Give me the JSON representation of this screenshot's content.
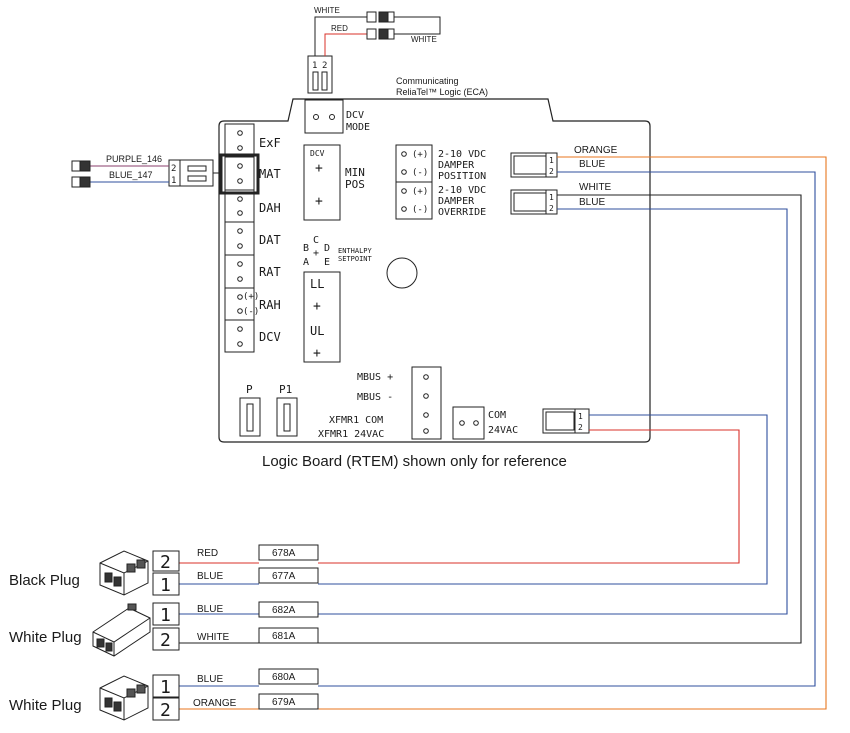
{
  "board": {
    "title_line1": "Communicating",
    "title_line2": "ReliaTel™ Logic (ECA)",
    "caption": "Logic Board (RTEM) shown only for reference"
  },
  "dcv_mode": {
    "label_line1": "DCV",
    "label_line2": "MODE",
    "pin1": "1",
    "pin2": "2"
  },
  "top_wires": {
    "white": "WHITE",
    "red": "RED",
    "white2": "WHITE"
  },
  "left_terminals": [
    "ExF",
    "MAT",
    "DAH",
    "DAT",
    "RAT",
    "RAH",
    "DCV"
  ],
  "rah_signs": {
    "plus": "(+)",
    "minus": "(-)"
  },
  "mat_wires": {
    "purple": "PURPLE_146",
    "blue": "BLUE_147",
    "pin2": "2",
    "pin1": "1"
  },
  "dcv_pot": {
    "label": "DCV",
    "plus1": "+",
    "plus2": "+",
    "min_line1": "MIN",
    "min_line2": "POS"
  },
  "enthalpy": {
    "letters": {
      "b": "B",
      "c": "C",
      "d": "D",
      "a": "A",
      "e": "E",
      "plus": "+"
    },
    "line1": "ENTHALPY",
    "line2": "SETPOINT"
  },
  "ll_ul": {
    "ll": "LL",
    "plus1": "+",
    "ul": "UL",
    "plus2": "+"
  },
  "damper": {
    "pos_plus": "(+)",
    "pos_minus": "(-)",
    "pos_line1": "2-10 VDC",
    "pos_line2": "DAMPER",
    "pos_line3": "POSITION",
    "ovr_plus": "(+)",
    "ovr_minus": "(-)",
    "ovr_line1": "2-10 VDC",
    "ovr_line2": "DAMPER",
    "ovr_line3": "OVERRIDE"
  },
  "right_wires": {
    "orange": "ORANGE",
    "blue1": "BLUE",
    "white": "WHITE",
    "blue2": "BLUE"
  },
  "conn_pins": {
    "p1": "1",
    "p2": "2"
  },
  "mbus": {
    "plus": "MBUS +",
    "minus": "MBUS -",
    "xfmr_com": "XFMR1 COM",
    "xfmr_24": "XFMR1 24VAC"
  },
  "power": {
    "com": "COM",
    "vac": "24VAC"
  },
  "p_labels": {
    "p": "P",
    "p1": "P1"
  },
  "plugs": [
    {
      "name": "Black Plug",
      "rows": [
        {
          "pin": "2",
          "color": "RED",
          "code": "678A"
        },
        {
          "pin": "1",
          "color": "BLUE",
          "code": "677A"
        }
      ]
    },
    {
      "name": "White Plug",
      "rows": [
        {
          "pin": "1",
          "color": "BLUE",
          "code": "682A"
        },
        {
          "pin": "2",
          "color": "WHITE",
          "code": "681A"
        }
      ]
    },
    {
      "name": "White Plug",
      "rows": [
        {
          "pin": "1",
          "color": "BLUE",
          "code": "680A"
        },
        {
          "pin": "2",
          "color": "ORANGE",
          "code": "679A"
        }
      ]
    }
  ],
  "colors": {
    "red": "#d9302a",
    "blue": "#2f4f9e",
    "orange": "#e8761e",
    "black": "#222222",
    "purple": "#8a3d6b"
  }
}
